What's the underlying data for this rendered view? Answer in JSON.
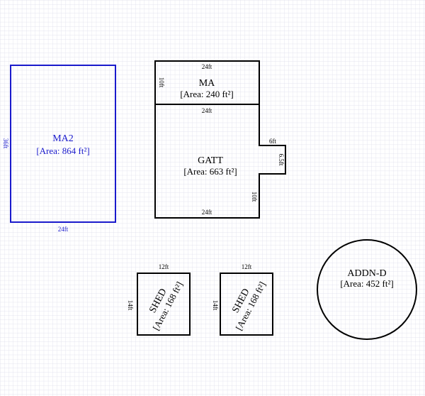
{
  "colors": {
    "selected": "#1a1acc",
    "default": "#000000",
    "grid": "#d8d8e8"
  },
  "rooms": {
    "ma2": {
      "name": "MA2",
      "area": "[Area: 864 ft²]",
      "dim_left": "36ft",
      "dim_bottom": "24ft"
    },
    "ma": {
      "name": "MA",
      "area": "[Area: 240 ft²]",
      "dim_top": "24ft",
      "dim_left": "10ft"
    },
    "gatt": {
      "name": "GATT",
      "area": "[Area: 663 ft²]",
      "dim_top": "24ft",
      "dim_bump_top": "6ft",
      "dim_bump_right": "6.5ft",
      "dim_right": "10ft",
      "dim_bottom": "24ft"
    },
    "shed1": {
      "name": "SHED",
      "area": "[Area: 168 ft²]",
      "dim_top": "12ft",
      "dim_left": "14ft"
    },
    "shed2": {
      "name": "SHED",
      "area": "[Area: 168 ft²]",
      "dim_top": "12ft",
      "dim_left": "14ft"
    },
    "addn": {
      "name": "ADDN-D",
      "area": "[Area: 452 ft²]"
    }
  }
}
